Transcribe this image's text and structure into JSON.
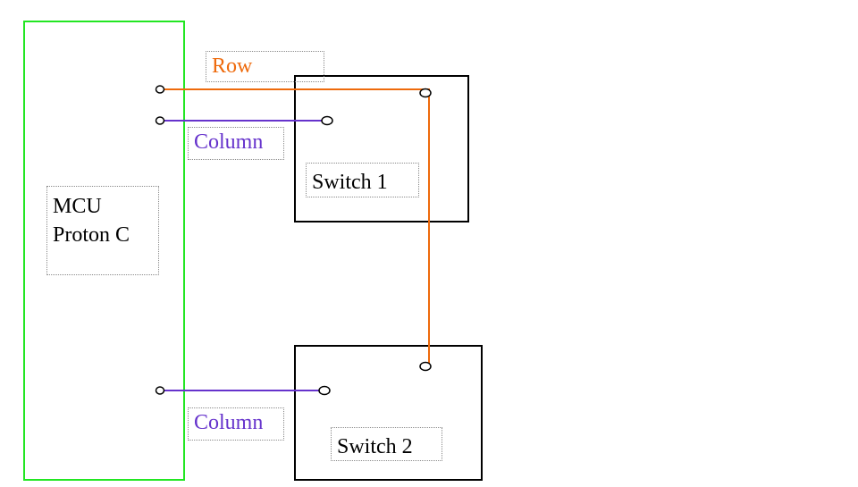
{
  "colors": {
    "mcu_border": "#22e622",
    "row_wire": "#ee6a0c",
    "column_wire": "#6633cc",
    "box_border": "#000000"
  },
  "mcu": {
    "line1": "MCU",
    "line2": "Proton C"
  },
  "wires": {
    "row_label": "Row",
    "column1_label": "Column",
    "column2_label": "Column"
  },
  "switches": {
    "switch1_label": "Switch 1",
    "switch2_label": "Switch 2"
  }
}
